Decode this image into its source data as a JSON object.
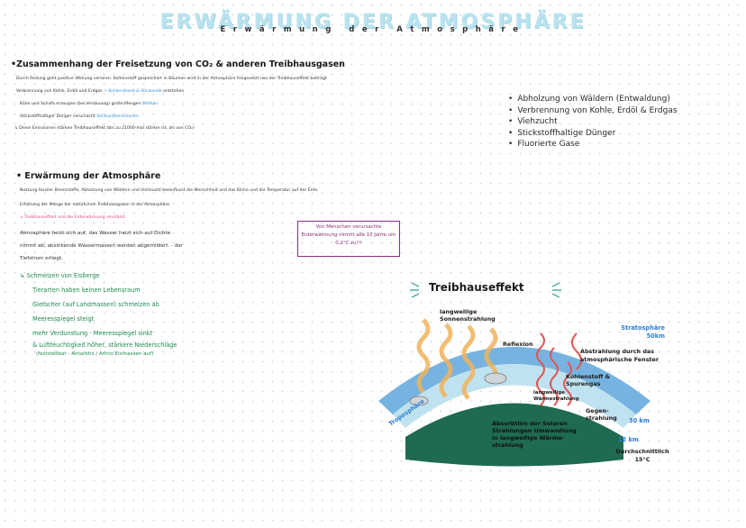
{
  "header": {
    "title_big": "ERWÄRMUNG DER ATMOSPHÄRE",
    "title_small": "Erwärmung der Atmosphäre"
  },
  "section1": {
    "heading": "•Zusammenhang der Freisetzung von CO₂ & anderen Treibhausgasen",
    "line1": "Durch Rodung geht positive Wirkung verloren. Kohlenstoff gespeichert in Bäumen wird in der Atmosphäre freigesetzt (wo der Treibhauseffekt beiträgt",
    "line2_a": "Verbrennung von Kohle, Erdöl und Erdgas",
    "line2_b": "→ Kohlendioxid & Stickoxide",
    "line2_c": "entstehen",
    "line3_a": "Kühe und Schafe erzeugen (bei Verdauung) große Mengen",
    "line3_b": "Methan.",
    "line4_a": "Stickstoffhaltiger Dünger verursacht",
    "line4_b": "Stickoxidemissionen",
    "line5": "↳ Diese Emissionen stärken Treibhauseffekt (bis zu 21000-mal stärker ist, als von CO₂)"
  },
  "right_list": [
    "Abholzung von Wäldern (Entwaldung)",
    "Verbrennung von Kohle, Erdöl & Erdgas",
    "Viehzucht",
    "Stickstoffhaltige Dünger",
    "Fluorierte Gase"
  ],
  "section2": {
    "heading": "• Erwärmung der Atmosphäre",
    "line1": "Nutzung fossiler Brennstoffe, Abholzung von Wäldern und Viehzucht beeinflusst die Menschheit und das Klima und die Temperatur auf der Erde.",
    "line2": "Erhöhung der Menge der natürlichen Treibhausgasen in der Atmosphäre.",
    "line3": "↳ Treibhauseffekt und die Erderwärmung verstärkt.",
    "para1": "Atmosphäre heizt sich auf, das Wasser heizt sich auf Dichte",
    "para2": "nimmt ab; absinkende Wassermassen werden abgemildert. - der",
    "para3": "Tiefstrom erliegt.",
    "note": "Von Menschen verursachte Erderwärmung nimmt alle 10 Jahre um 0,2°C zu!!!"
  },
  "effects": [
    "↳ Schmelzen von Eisberge",
    "Tierarten haben keinen Lebensraum",
    "Gletscher (auf Landmassen) schmelzen ab",
    "Meeresspiegel steigt",
    "mehr Verdunstung - Meeresspiegel sinkt",
    "& Luftfeuchtigkeit höher, stärkere Niederschläge",
    "(feststellbar - Antarktis / Arktis Eismassen auf)"
  ],
  "diagram": {
    "title": "Treibhauseffekt",
    "langwellige": "langwellige Sonnenstrahlung",
    "reflexion": "Reflexion",
    "stratosphaere": "Stratosphäre 50km",
    "abstrahlung": "Abstrahlung durch das atmosphärische Fenster",
    "kohlenstoff": "Kohlenstoff & Spurengas",
    "langwellige2": "langwellige Wärmestrahlung",
    "gegenstrahlung": "Gegen-strahlung",
    "km30": "30 km",
    "km12": "12 km",
    "troposphaere": "Troposphäre",
    "absorption": "Absorbtion der Solaren Strahlungen Umwandlung in langwellige Wärme-strahlung",
    "durchschnitt": "Durchschnittlich 15°C"
  },
  "colors": {
    "title": "#b9e3ef",
    "earth": "#1f6b4f",
    "stratosphere": "#5fa6dc",
    "troposphere": "#bfe2f0",
    "sun_rays": "#f0b35a",
    "heat_rays": "#e05656"
  }
}
